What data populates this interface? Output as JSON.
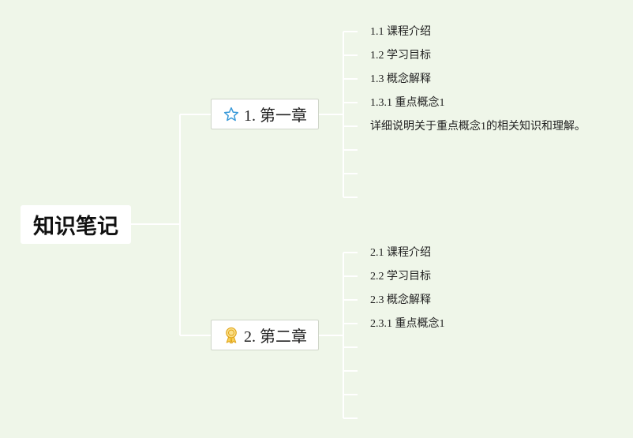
{
  "root": {
    "title": "知识笔记"
  },
  "chapters": [
    {
      "label": "1. 第一章",
      "icon": "star-outline-icon",
      "icon_color": "#3a9ad9",
      "items": [
        "1.1 课程介绍",
        "1.2 学习目标",
        "1.3 概念解释",
        "1.3.1 重点概念1",
        "详细说明关于重点概念1的相关知识和理解。"
      ]
    },
    {
      "label": "2. 第二章",
      "icon": "award-ribbon-icon",
      "icon_color": "#f0b323",
      "items": [
        "2.1 课程介绍",
        "2.2 学习目标",
        "2.3 概念解释",
        "2.3.1 重点概念1"
      ]
    }
  ],
  "colors": {
    "background": "#eff6e9",
    "connector": "#ffffff"
  }
}
